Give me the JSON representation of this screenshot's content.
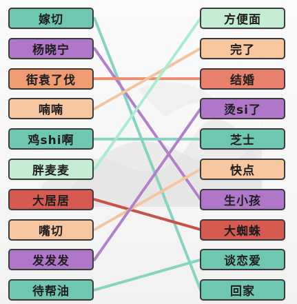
{
  "colors": {
    "teal": "#6fc7b2",
    "purple": "#b077c8",
    "orange": "#ef9c72",
    "peach": "#f7c8a0",
    "mint": "#c4ecd2",
    "red": "#d55a50",
    "redorange": "#e9806b",
    "line_teal": "#86d3c2",
    "line_purple": "#b37fcb",
    "line_peach": "#f5c39d",
    "line_orange": "#ee8c6c",
    "line_mint": "#a8ecd0",
    "line_red": "#c8524a"
  },
  "left_tiles": [
    {
      "text": "嫁切",
      "color": "teal"
    },
    {
      "text": "杨晓宁",
      "color": "purple"
    },
    {
      "text": "街袁了伐",
      "color": "orange"
    },
    {
      "text": "喃喃",
      "color": "peach"
    },
    {
      "text": "鸡shi啊",
      "color": "teal"
    },
    {
      "text": "胖麦麦",
      "color": "mint"
    },
    {
      "text": "大居居",
      "color": "red"
    },
    {
      "text": "嘴切",
      "color": "peach"
    },
    {
      "text": "发发发",
      "color": "purple"
    },
    {
      "text": "待帮油",
      "color": "teal"
    }
  ],
  "right_tiles": [
    {
      "text": "方便面",
      "color": "mint"
    },
    {
      "text": "完了",
      "color": "peach"
    },
    {
      "text": "结婚",
      "color": "redorange"
    },
    {
      "text": "烫si了",
      "color": "purple"
    },
    {
      "text": "芝士",
      "color": "teal"
    },
    {
      "text": "快点",
      "color": "peach"
    },
    {
      "text": "生小孩",
      "color": "purple"
    },
    {
      "text": "大蜘蛛",
      "color": "red"
    },
    {
      "text": "谈恋爱",
      "color": "teal"
    },
    {
      "text": "回家",
      "color": "teal"
    }
  ],
  "connections": [
    {
      "from": 0,
      "to": 9,
      "color": "line_teal"
    },
    {
      "from": 1,
      "to": 6,
      "color": "line_purple"
    },
    {
      "from": 2,
      "to": 2,
      "color": "line_orange"
    },
    {
      "from": 3,
      "to": 1,
      "color": "line_peach"
    },
    {
      "from": 4,
      "to": 4,
      "color": "line_teal"
    },
    {
      "from": 5,
      "to": 0,
      "color": "line_mint"
    },
    {
      "from": 6,
      "to": 7,
      "color": "line_red"
    },
    {
      "from": 7,
      "to": 5,
      "color": "line_peach"
    },
    {
      "from": 8,
      "to": 3,
      "color": "line_purple"
    },
    {
      "from": 9,
      "to": 8,
      "color": "line_teal"
    }
  ]
}
